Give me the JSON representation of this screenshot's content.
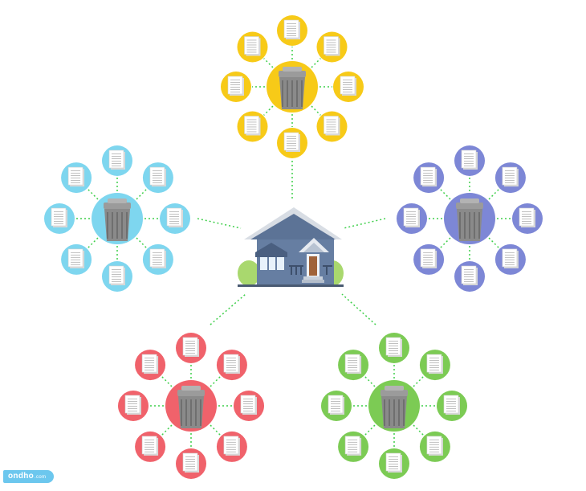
{
  "diagram": {
    "center": {
      "icon": "house-icon"
    },
    "clusters": [
      {
        "id": "yellow",
        "color": "#f7ca18",
        "hub_icon": "trash-can-icon",
        "leaf_icon": "document-icon",
        "leaf_count": 8
      },
      {
        "id": "blue",
        "color": "#7ed6ef",
        "hub_icon": "trash-can-icon",
        "leaf_icon": "document-icon",
        "leaf_count": 8
      },
      {
        "id": "purple",
        "color": "#7d87d6",
        "hub_icon": "trash-can-icon",
        "leaf_icon": "document-icon",
        "leaf_count": 8
      },
      {
        "id": "red",
        "color": "#f0626b",
        "hub_icon": "trash-can-icon",
        "leaf_icon": "document-icon",
        "leaf_count": 8
      },
      {
        "id": "green",
        "color": "#7ccb54",
        "hub_icon": "trash-can-icon",
        "leaf_icon": "document-icon",
        "leaf_count": 8
      }
    ],
    "connector_color": "#3ecf4a"
  },
  "watermark": {
    "brand": "ondho",
    "suffix": ".com"
  }
}
